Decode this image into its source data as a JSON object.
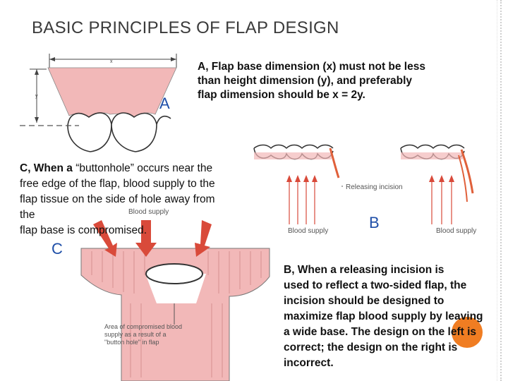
{
  "slide": {
    "title": "BASIC PRINCIPLES OF FLAP DESIGN"
  },
  "figures": {
    "a": {
      "letter": "A",
      "dim_x": "x",
      "dim_y": "y"
    },
    "b": {
      "letter": "B",
      "releasing_incision": "Releasing incision",
      "blood_supply_left": "Blood supply",
      "blood_supply_right": "Blood supply"
    },
    "c": {
      "letter": "C",
      "blood_supply": "Blood supply",
      "caption_line1": "Area of compromised blood",
      "caption_line2": "supply as a result of a",
      "caption_line3": "\"button hole\" in flap"
    }
  },
  "text_a": {
    "line1": "A, Flap base dimension (x) must not be less",
    "line2": " than height  dimension (y), and preferably",
    "line3": " flap dimension  should be x = 2y."
  },
  "text_c": {
    "line1_bold": "C, When a",
    "line1_rest": " “buttonhole” occurs near the",
    "line2": "free edge of the flap, blood supply to the",
    "line3": "flap tissue on the side of hole away from",
    "line4": "the",
    "line5": "flap base is compromised."
  },
  "text_b": {
    "line1": "B, When a releasing incision is",
    "line2": "used to reflect a two-sided  flap, the",
    "line3": "incision should be designed to",
    "line4": "maximize flap blood supply by leaving",
    "line5": "a wide base. The design on the left is",
    "line6": "correct; the design on the right is",
    "line7": "incorrect."
  },
  "colors": {
    "flap_pink": "#f2b8b8",
    "arrow_red": "#d94a3a",
    "label_blue": "#1f4fa8",
    "accent_orange": "#f07d22"
  }
}
